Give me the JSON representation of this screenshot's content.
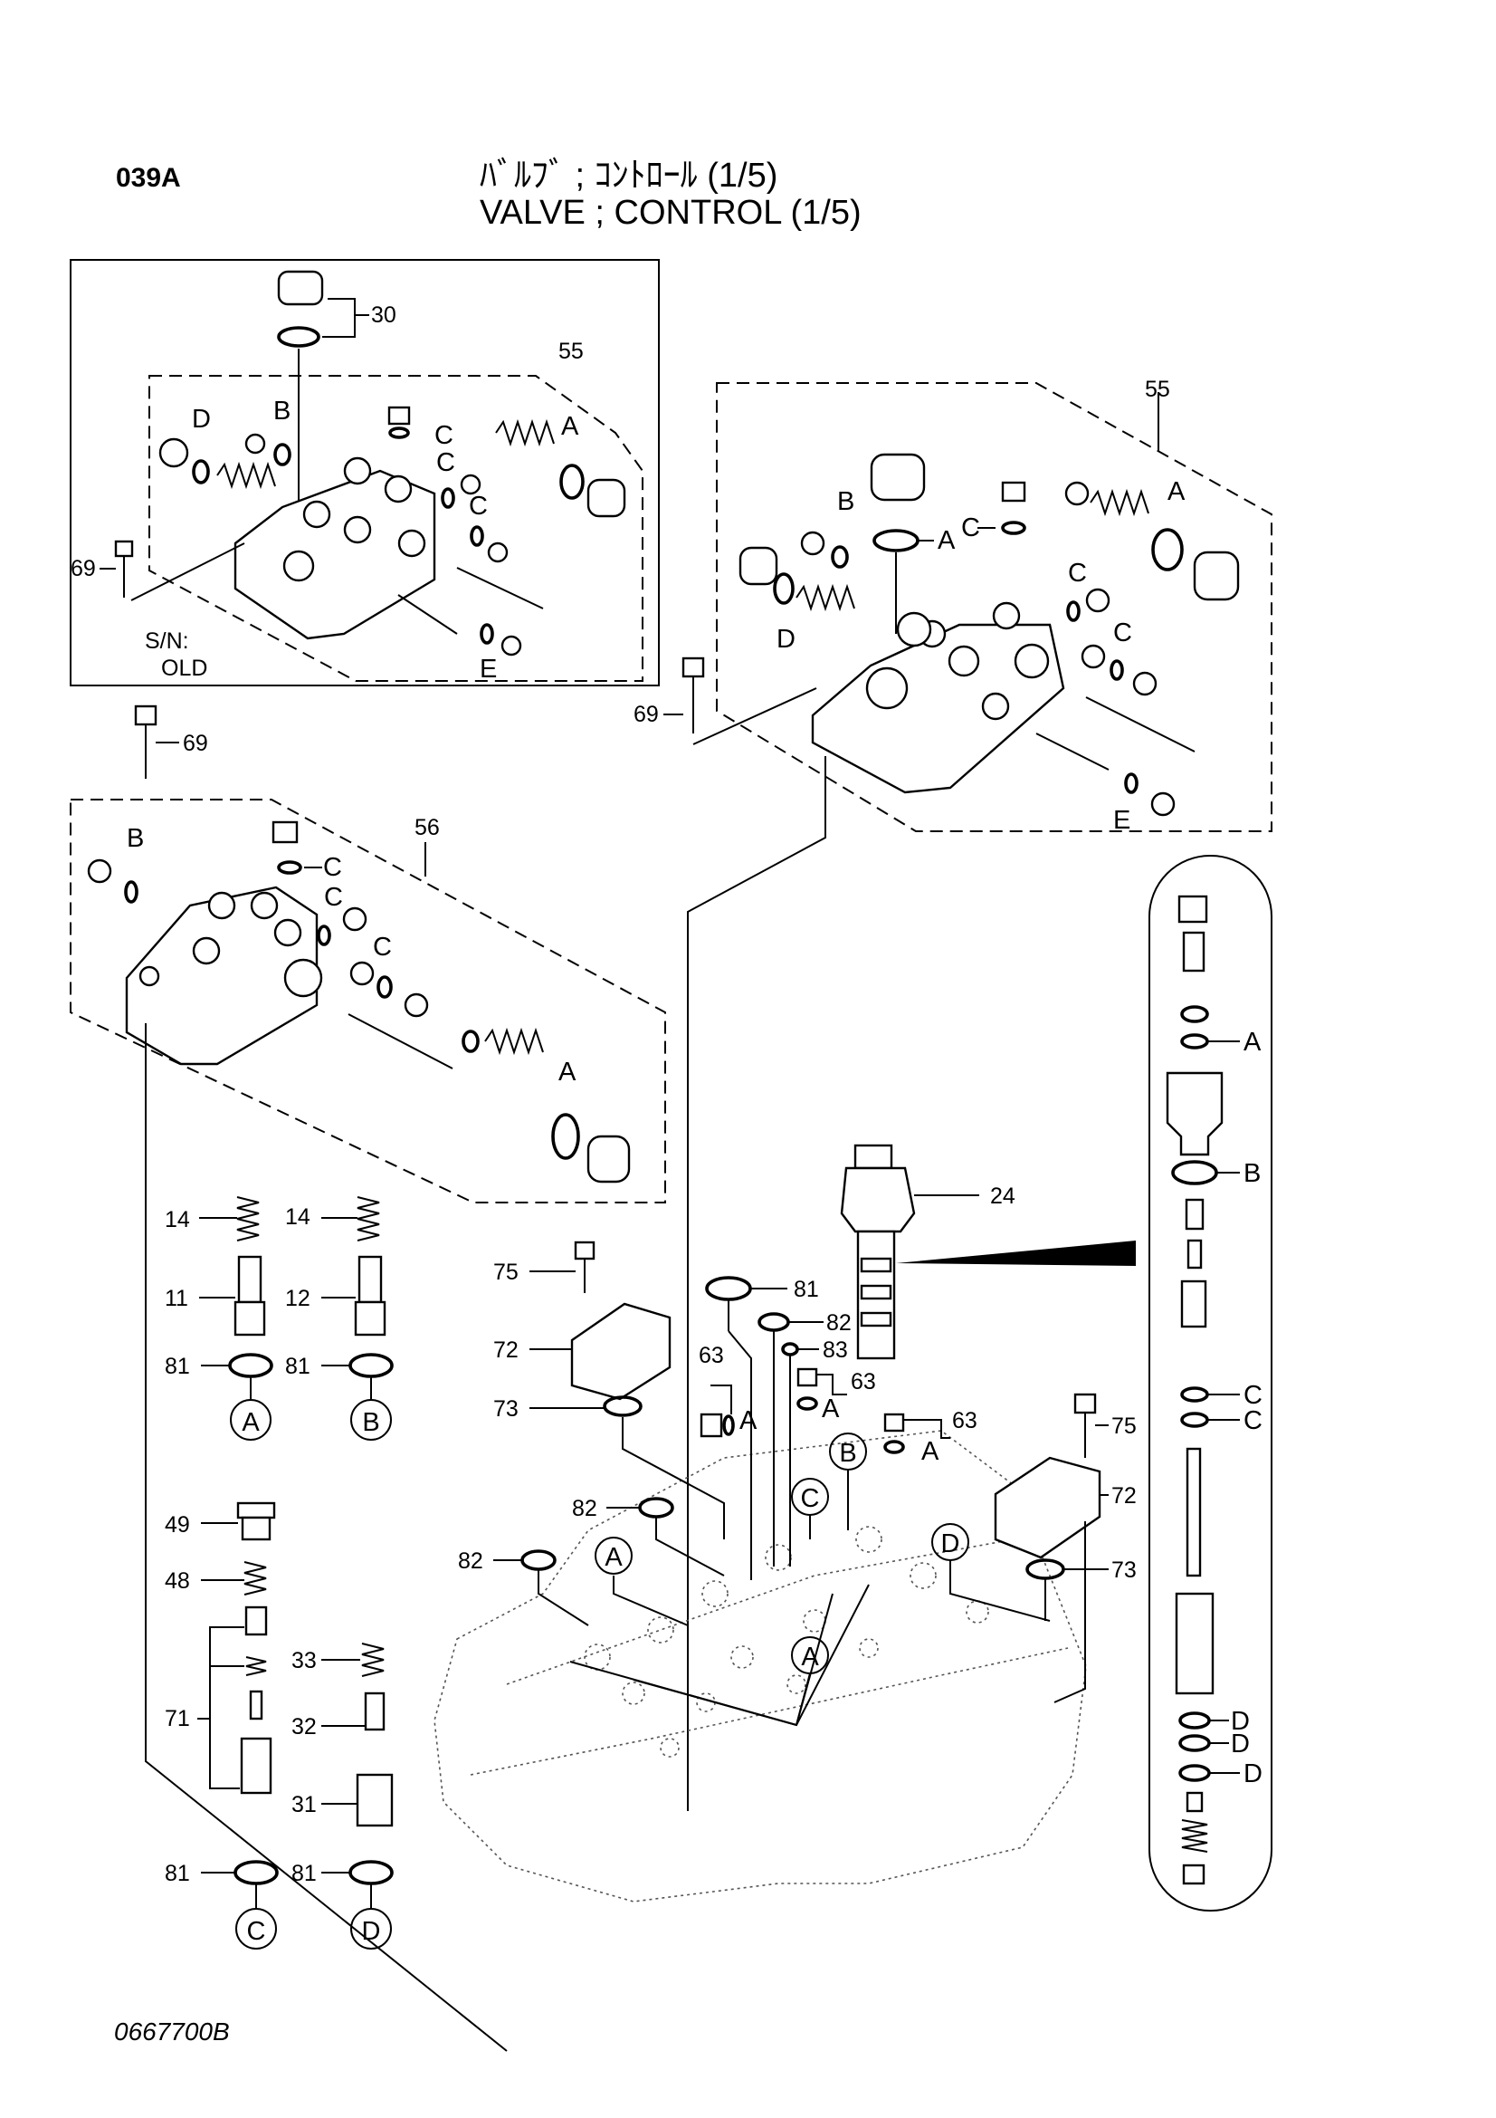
{
  "header": {
    "page_code": "039A",
    "title_jp": "ﾊﾞﾙﾌﾞ ; ｺﾝﾄﾛｰﾙ (1/5)",
    "title_en": "VALVE ; CONTROL (1/5)"
  },
  "footer": {
    "drawing_number": "0667700B"
  },
  "panels": {
    "old_serial": {
      "serial_label": "S/N:",
      "serial_value": "OLD",
      "items": [
        "30",
        "55",
        "69"
      ],
      "letters": [
        "D",
        "B",
        "C",
        "C",
        "C",
        "A",
        "E"
      ]
    },
    "right_top": {
      "items": [
        "55",
        "69"
      ],
      "letters": [
        "B",
        "A",
        "C",
        "D",
        "A",
        "C",
        "C",
        "E"
      ]
    },
    "left_mid": {
      "items": [
        "69",
        "56"
      ],
      "letters": [
        "B",
        "C",
        "C",
        "C",
        "A"
      ]
    },
    "detail_capsule": {
      "letters": [
        "A",
        "B",
        "C",
        "C",
        "D",
        "D",
        "D"
      ]
    }
  },
  "callouts": [
    "14",
    "14",
    "11",
    "12",
    "81",
    "81",
    "49",
    "48",
    "71",
    "33",
    "32",
    "31",
    "81",
    "81",
    "75",
    "72",
    "73",
    "24",
    "81",
    "82",
    "83",
    "63",
    "63",
    "63",
    "75",
    "72",
    "73",
    "82",
    "82"
  ],
  "circled_letters": [
    "A",
    "B",
    "C",
    "D",
    "A",
    "A",
    "B",
    "C",
    "D"
  ],
  "small_letters": [
    "A",
    "A"
  ]
}
